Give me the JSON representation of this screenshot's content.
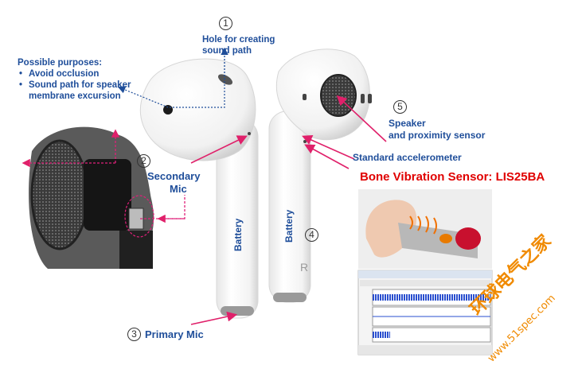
{
  "numbers": {
    "n1": "1",
    "n2": "2",
    "n3": "3",
    "n4": "4",
    "n5": "5"
  },
  "labels": {
    "hole": [
      "Hole for creating",
      "sound path"
    ],
    "purposes_title": "Possible purposes:",
    "purposes_items": [
      "Avoid occlusion",
      "Sound path for speaker"
    ],
    "purposes_cont": "membrane excursion",
    "secondary_mic": [
      "Secondary",
      "Mic"
    ],
    "battery_left": "Battery",
    "battery_right": "Battery",
    "primary_mic": "Primary Mic",
    "speaker": [
      "Speaker",
      "and proximity sensor"
    ],
    "accelerometer": "Standard accelerometer",
    "bone_sensor": "Bone Vibration Sensor: LIS25BA",
    "stem_mark": "R"
  },
  "watermark": {
    "cn": "环球电气之家",
    "url": "www.51spec.com"
  },
  "colors": {
    "label_blue": "#1f4e9a",
    "bone_red": "#e00000",
    "arrow_pink": "#e0206a",
    "dash_pink": "#e0207a",
    "watermark_orange": "#f08a00"
  }
}
